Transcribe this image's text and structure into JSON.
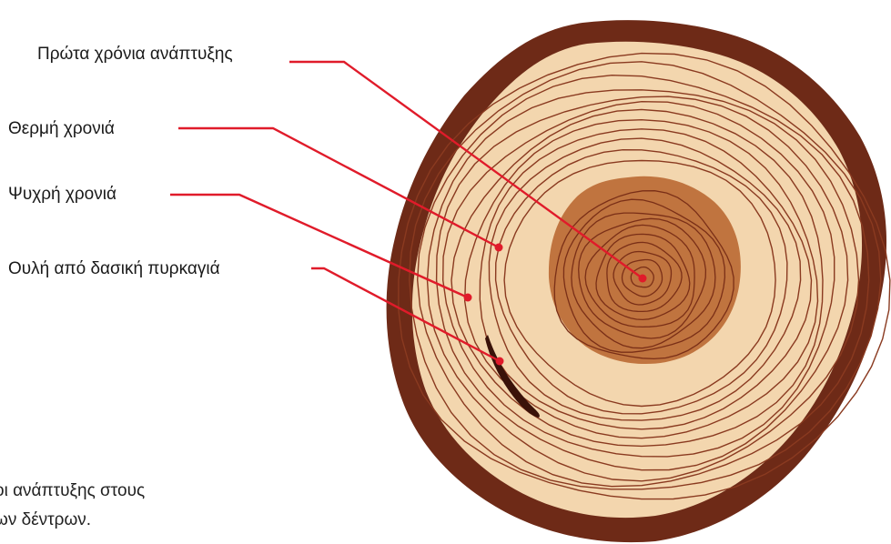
{
  "labels": {
    "first_years": "Πρώτα χρόνια ανάπτυξης",
    "warm_year": "Θερμή χρονιά",
    "cold_year": "Ψυχρή χρονιά",
    "fire_scar": "Ουλή από δασική πυρκαγιά"
  },
  "caption": {
    "line1": "οι ανάπτυξης στους",
    "line2": "ων δέντρων."
  },
  "colors": {
    "bark": "#6e2a17",
    "sapwood": "#f3d6ae",
    "heartwood": "#c0743f",
    "ring": "#8a3a20",
    "pointer": "#e01b2a"
  }
}
